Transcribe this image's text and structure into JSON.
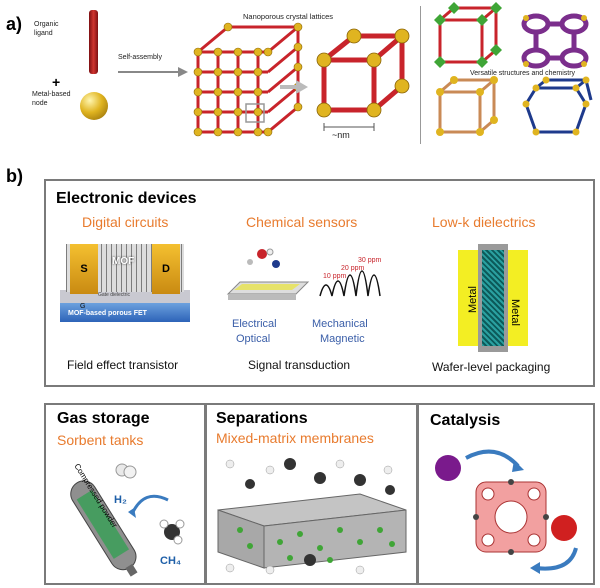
{
  "panel_a": {
    "letter": "a)",
    "organic_ligand": "Organic\nligand",
    "plus": "+",
    "metal_node": "Metal-based\nnode",
    "self_assembly": "Self-assembly",
    "lattice_title": "Nanoporous crystal lattices",
    "nm_label": "~nm",
    "versatile": "Versatile structures and chemistry"
  },
  "panel_b": {
    "letter": "b)",
    "electronic": {
      "title": "Electronic devices",
      "digital": "Digital circuits",
      "chemical": "Chemical sensors",
      "lowk": "Low-k dielectrics",
      "fet_S": "S",
      "fet_D": "D",
      "fet_mof": "MOF",
      "fet_gate": "Gate dielectric",
      "fet_G": "G",
      "fet_base": "MOF-based porous FET",
      "fet_caption": "Field effect transistor",
      "ppm_30": "30 ppm",
      "ppm_20": "20 ppm",
      "ppm_10": "10 ppm",
      "electrical": "Electrical",
      "optical": "Optical",
      "mechanical": "Mechanical",
      "magnetic": "Magnetic",
      "signal_caption": "Signal transduction",
      "metal_left": "Metal",
      "metal_right": "Metal",
      "wafer_caption": "Wafer-level packaging"
    },
    "gas": {
      "title": "Gas storage",
      "subtitle": "Sorbent tanks",
      "powder": "Compressed powder",
      "h2": "H₂",
      "ch4": "CH₄"
    },
    "separations": {
      "title": "Separations",
      "subtitle": "Mixed-matrix membranes"
    },
    "catalysis": {
      "title": "Catalysis"
    }
  },
  "colors": {
    "orange": "#e87b2e",
    "blue": "#3a5ea8",
    "gold": "#d9a422",
    "red": "#c8242b",
    "box_border": "#7a7a7a"
  }
}
